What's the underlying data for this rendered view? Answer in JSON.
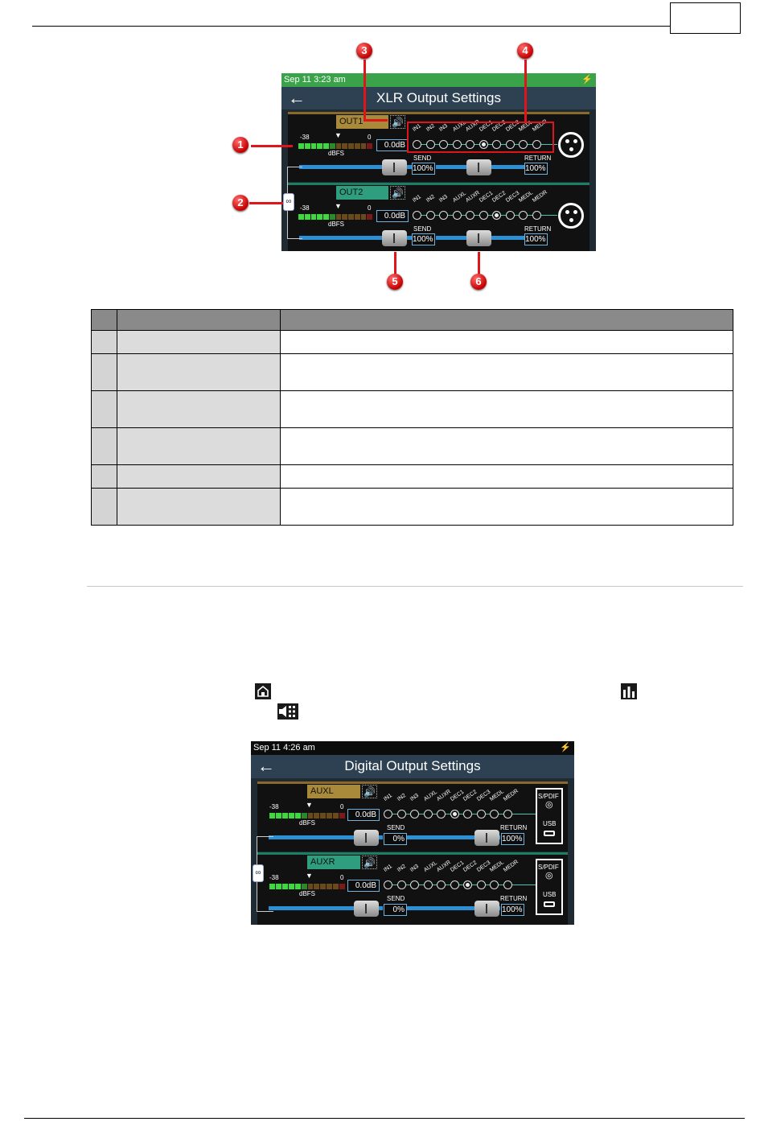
{
  "xlr_screen": {
    "status_time": "Sep 11 3:23 am",
    "title": "XLR Output Settings",
    "channels": [
      {
        "name": "OUT1",
        "tag_color": "#a88a3a",
        "gain": "0.0dB",
        "send": "100%",
        "return": "100%",
        "active_dot": 5
      },
      {
        "name": "OUT2",
        "tag_color": "#2e9e7e",
        "gain": "0.0dB",
        "send": "100%",
        "return": "100%",
        "active_dot": 6
      }
    ],
    "meter_min": "-38",
    "meter_max": "0",
    "meter_unit": "dBFS",
    "send_label": "SEND",
    "return_label": "RETURN",
    "routes": [
      "IN1",
      "IN2",
      "IN3",
      "AUXL",
      "AUXR",
      "DEC1",
      "DEC2",
      "DEC3",
      "MEDL",
      "MEDR"
    ]
  },
  "callouts": [
    "1",
    "2",
    "3",
    "4",
    "5",
    "6"
  ],
  "digital_screen": {
    "status_time": "Sep 11 4:26 am",
    "title": "Digital Output Settings",
    "channels": [
      {
        "name": "AUXL",
        "tag_color": "#a88a3a",
        "gain": "0.0dB",
        "send": "0%",
        "return": "100%",
        "active_dot": 5,
        "spdif": "S/PDIF",
        "usb": "USB"
      },
      {
        "name": "AUXR",
        "tag_color": "#2e9e7e",
        "gain": "0.0dB",
        "send": "0%",
        "return": "100%",
        "active_dot": 6,
        "spdif": "S/PDIF",
        "usb": "USB"
      }
    ],
    "meter_min": "-38",
    "meter_max": "0",
    "meter_unit": "dBFS",
    "send_label": "SEND",
    "return_label": "RETURN",
    "routes": [
      "IN1",
      "IN2",
      "IN3",
      "AUXL",
      "AUXR",
      "DEC1",
      "DEC2",
      "DEC3",
      "MEDL",
      "MEDR"
    ]
  },
  "table_rows": 6,
  "icons": [
    "home-icon",
    "bar-chart-icon",
    "speaker-grid-icon"
  ]
}
